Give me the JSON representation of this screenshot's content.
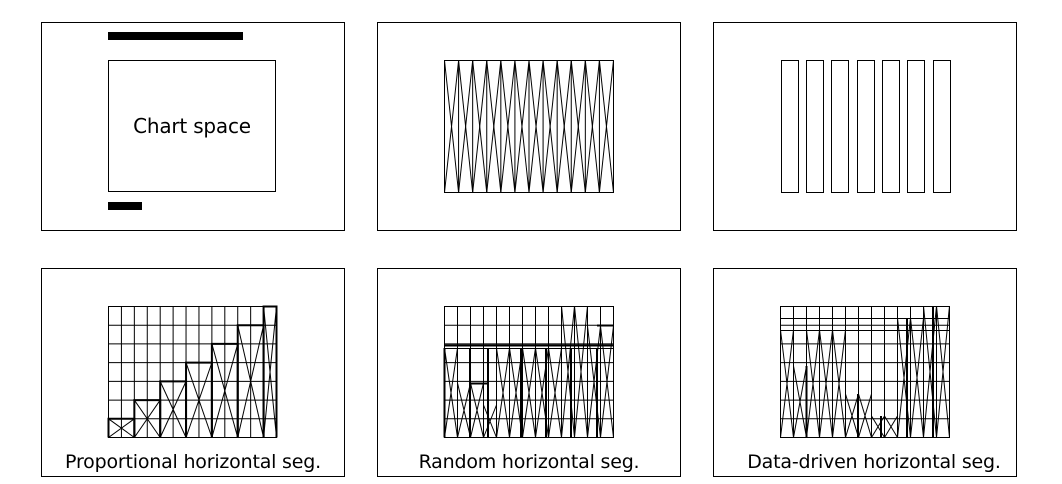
{
  "panels": [
    {
      "id": "layout",
      "label": "Chart space"
    },
    {
      "id": "random-vertical",
      "label": ""
    },
    {
      "id": "bars",
      "label": ""
    },
    {
      "id": "proportional",
      "label": "Proportional horizontal seg."
    },
    {
      "id": "random-horizontal",
      "label": "Random horizontal seg."
    },
    {
      "id": "data-driven",
      "label": "Data-driven horizontal seg."
    }
  ],
  "colors": {
    "stroke": "#000000",
    "background": "#ffffff"
  }
}
